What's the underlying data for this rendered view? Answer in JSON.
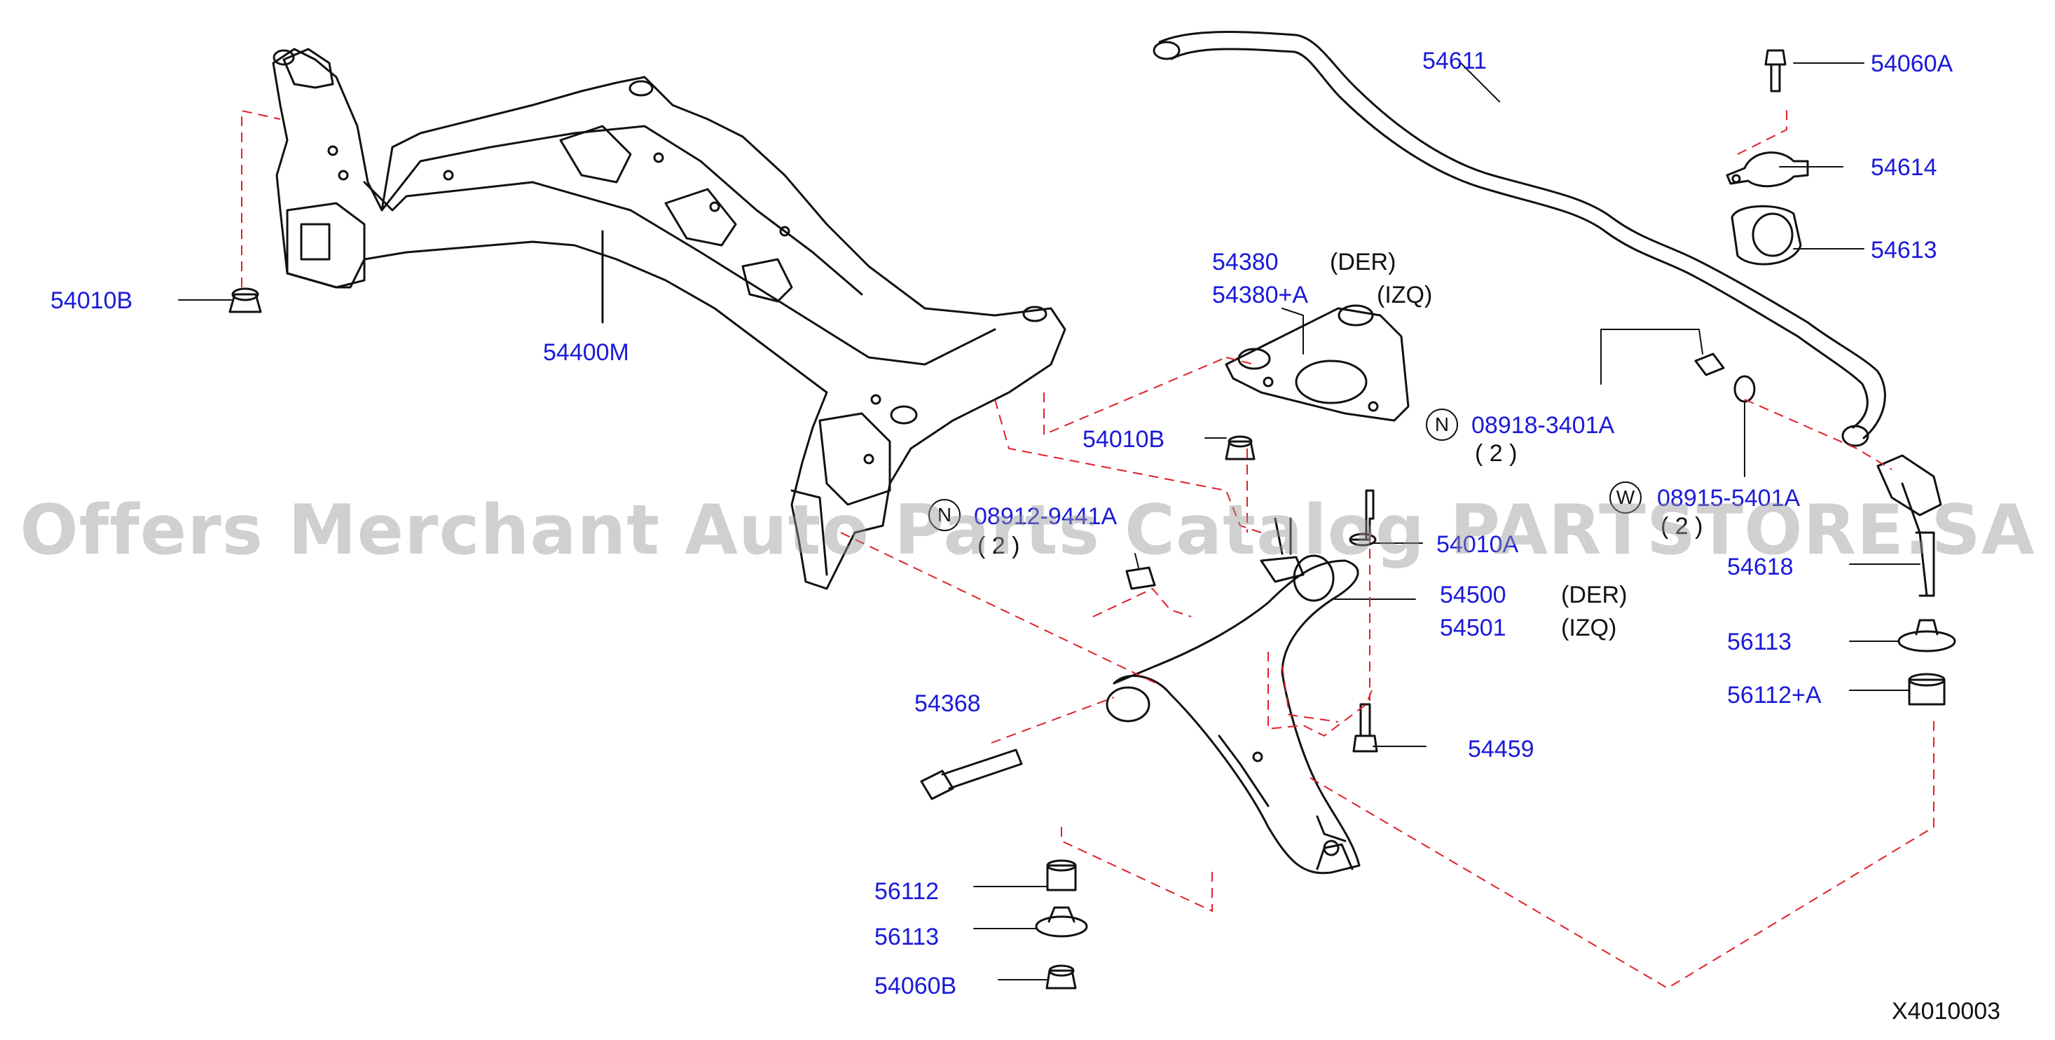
{
  "labels": {
    "54611": "54611",
    "54060A_top": "54060A",
    "54614": "54614",
    "54613": "54613",
    "54380": "54380",
    "54380A": "54380+A",
    "der_1": "(DER)",
    "izq_1": "(IZQ)",
    "54010B_left": "54010B",
    "54400M": "54400M",
    "54010B_mid": "54010B",
    "n_part": "08918-3401A",
    "n_qty": "( 2 )",
    "w_part": "08915-5401A",
    "w_qty": "( 2 )",
    "n2_part": "08912-9441A",
    "n2_qty": "( 2 )",
    "54618": "54618",
    "540104": "54010A",
    "54500": "54500",
    "54501": "54501",
    "der_2": "(DER)",
    "izq_2": "(IZQ)",
    "56113_right": "56113",
    "56112A": "56112+A",
    "54368": "54368",
    "54459": "54459",
    "56112": "56112",
    "56113_left": "56113",
    "54060B": "54060B"
  },
  "circles": {
    "n": "N",
    "w": "W",
    "n2": "N"
  },
  "watermark": "Offers Merchant Auto Parts Catalog PARTSTORE.SA",
  "diagram_code": "X4010003",
  "colors": {
    "label": "#1a1ad9",
    "line": "#111111",
    "dashed": "#e0202a"
  }
}
